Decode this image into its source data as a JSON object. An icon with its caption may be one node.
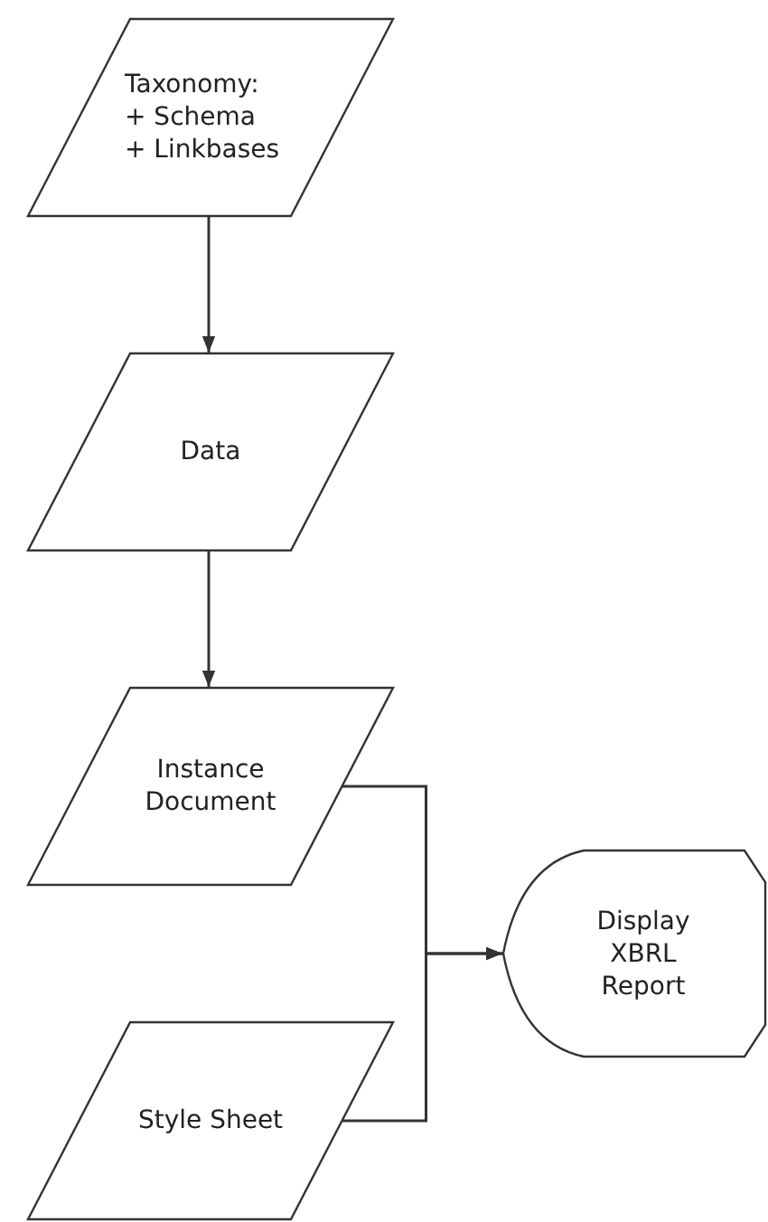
{
  "diagram": {
    "nodes": [
      {
        "text": [
          "Taxonomy:",
          "+ Schema",
          "+ Linkbases"
        ]
      },
      {
        "text": [
          "Data"
        ]
      },
      {
        "text": [
          "Instance Document"
        ]
      },
      {
        "text": [
          "Style Sheet"
        ]
      },
      {
        "text": [
          "Display XBRL Report"
        ]
      }
    ],
    "edges": [
      {
        "from": 0,
        "to": 1,
        "arrow": "to"
      },
      {
        "from": 1,
        "to": 2,
        "arrow": "to"
      },
      {
        "from": 2,
        "to": 4,
        "arrow": "to"
      },
      {
        "from": 3,
        "to": 4,
        "arrow": "to"
      }
    ]
  }
}
